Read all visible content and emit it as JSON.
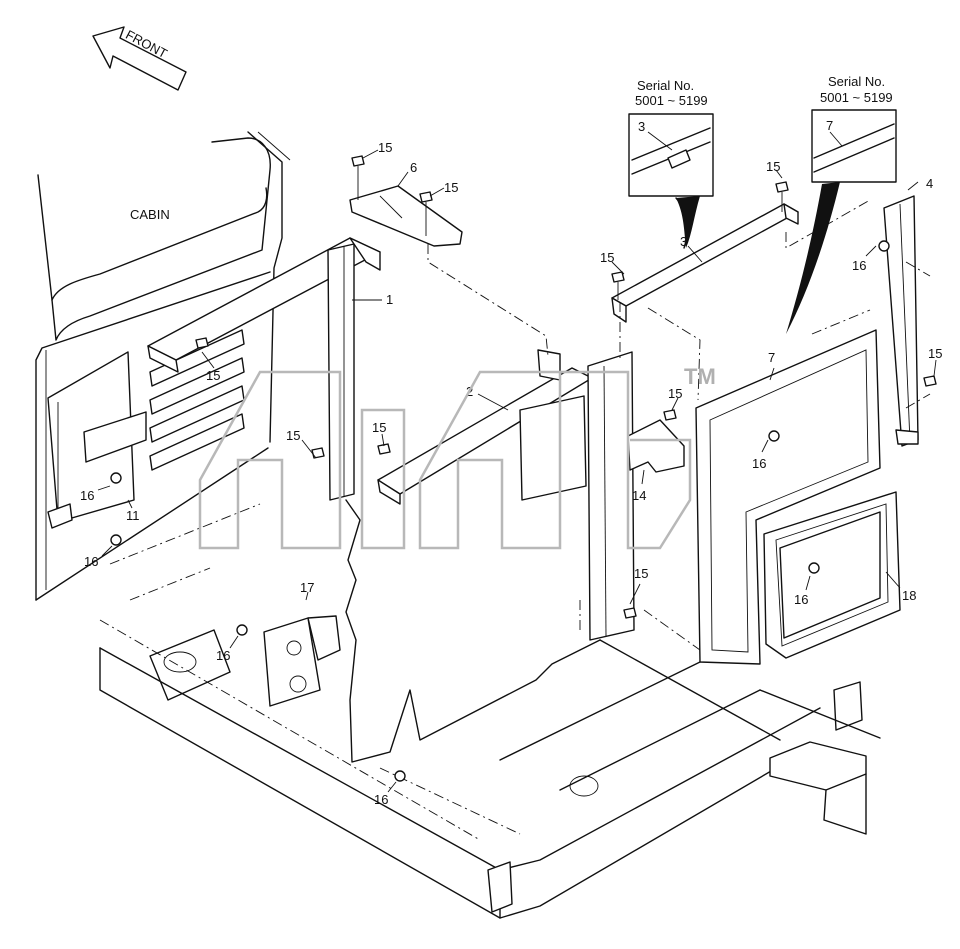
{
  "front_label": "FRONT",
  "cabin_label": "CABIN",
  "inset_left": {
    "serial_title": "Serial No.",
    "serial_range": "5001 ~ 5199",
    "part": "3"
  },
  "inset_right": {
    "serial_title": "Serial No.",
    "serial_range": "5001 ~ 5199",
    "part": "7"
  },
  "callouts": {
    "p1": "1",
    "p2": "2",
    "p3": "3",
    "p4": "4",
    "p6": "6",
    "p7": "7",
    "p11": "11",
    "p14": "14",
    "p17": "17",
    "p18": "18",
    "b15a": "15",
    "b15b": "15",
    "b15c": "15",
    "b15d": "15",
    "b15e": "15",
    "b15f": "15",
    "b15g": "15",
    "b15h": "15",
    "b15i": "15",
    "b15j": "15",
    "b16a": "16",
    "b16b": "16",
    "b16c": "16",
    "b16d": "16",
    "b16e": "16",
    "b16f": "16"
  },
  "watermark_tm": "TM"
}
